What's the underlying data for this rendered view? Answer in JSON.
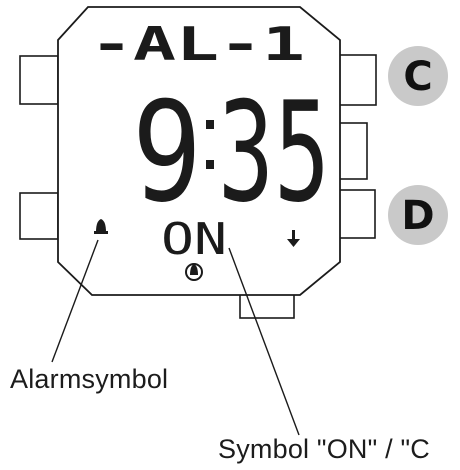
{
  "display": {
    "mode_label": "-AL-1",
    "hours": "9",
    "minutes": "35",
    "status_label": "ON"
  },
  "buttons": {
    "upper_right": "C",
    "lower_right": "D"
  },
  "callouts": {
    "alarm_symbol": "Alarmsymbol",
    "on_symbol": "Symbol \"ON\" / \"C"
  },
  "colors": {
    "outline": "#1b1b1b",
    "button_badge": "#c9c9c9",
    "lcd_text": "#1b1b1b"
  }
}
